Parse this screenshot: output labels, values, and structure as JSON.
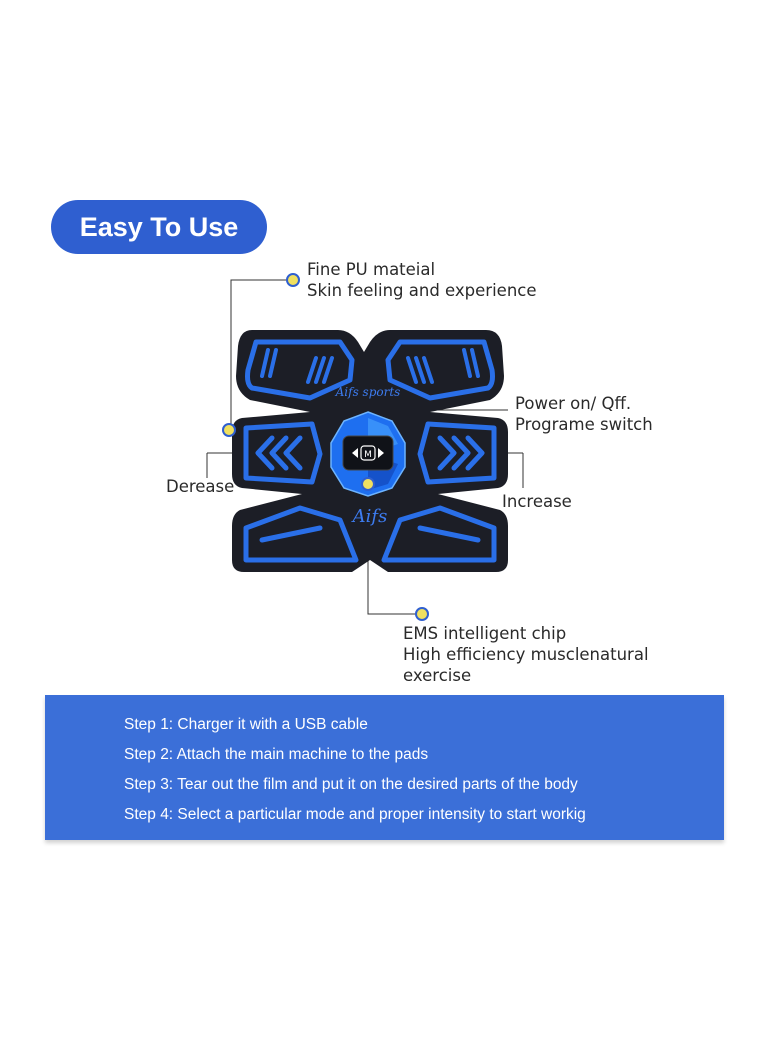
{
  "badge": {
    "label": "Easy To Use"
  },
  "callouts": {
    "material": [
      "Fine PU mateial",
      "Skin feeling and experience"
    ],
    "power": [
      "Power on/ Qff.",
      "Programe switch"
    ],
    "decrease": "Derease",
    "increase": "Increase",
    "chip": [
      "EMS intelligent chip",
      "High efficiency musclenatural",
      "exercise"
    ]
  },
  "pad": {
    "brand_top": "Aifs sports",
    "brand_bottom": "Aifs",
    "center_button": "M"
  },
  "steps": [
    "Step 1: Charger it with a USB cable",
    "Step 2: Attach the main machine to the pads",
    "Step 3: Tear out the film and put it on  the desired parts of the body",
    "Step 4: Select a particular mode and proper intensity to start workig"
  ],
  "colors": {
    "accent_blue": "#2f5fd0",
    "steps_background": "#3b6fd8",
    "pad_body": "#1c1e26",
    "pad_trim": "#2a6fe8",
    "callout_dot": "#f0e060"
  }
}
